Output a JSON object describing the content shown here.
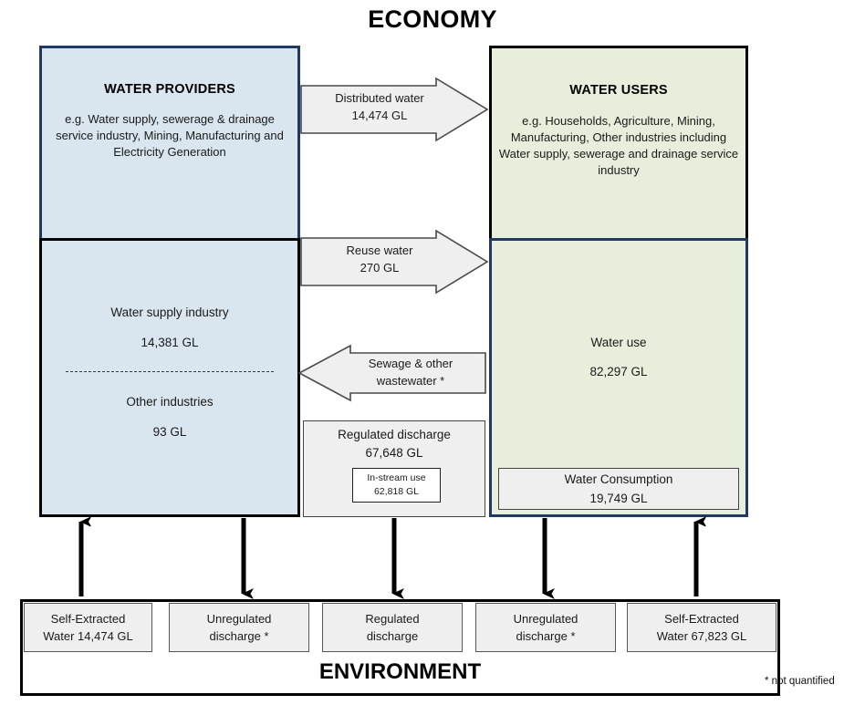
{
  "title": "ECONOMY",
  "providers": {
    "heading": "WATER PROVIDERS",
    "description": "e.g. Water supply, sewerage & drainage service industry, Mining, Manufacturing and Electricity Generation",
    "water_supply_industry_label": "Water supply industry",
    "water_supply_industry_value": "14,381 GL",
    "other_industries_label": "Other industries",
    "other_industries_value": "93 GL"
  },
  "users": {
    "heading": "WATER USERS",
    "description": "e.g. Households, Agriculture, Mining, Manufacturing, Other industries including Water supply, sewerage and drainage service industry",
    "water_use_label": "Water use",
    "water_use_value": "82,297 GL",
    "water_consumption_label": "Water Consumption",
    "water_consumption_value": "19,749 GL"
  },
  "flows": {
    "distributed_water_label": "Distributed water",
    "distributed_water_value": "14,474 GL",
    "reuse_water_label": "Reuse water",
    "reuse_water_value": "270 GL",
    "sewage_label": "Sewage & other",
    "sewage_label2": "wastewater *"
  },
  "regulated_discharge": {
    "label": "Regulated discharge",
    "value": "67,648 GL",
    "instream_label": "In-stream use",
    "instream_value": "62,818 GL"
  },
  "environment": {
    "title": "ENVIRONMENT",
    "footnote": "* not quantified",
    "cells": [
      {
        "line1": "Self-Extracted",
        "line2": "Water 14,474 GL"
      },
      {
        "line1": "Unregulated",
        "line2": "discharge *"
      },
      {
        "line1": "Regulated",
        "line2": "discharge"
      },
      {
        "line1": "Unregulated",
        "line2": "discharge *"
      },
      {
        "line1": "Self-Extracted",
        "line2": "Water 67,823 GL"
      }
    ]
  },
  "colors": {
    "providers_fill": "#d9e6ef",
    "users_fill": "#e8eedc",
    "navy_border": "#1f3864",
    "grey_fill": "#efefef",
    "black": "#000000"
  }
}
